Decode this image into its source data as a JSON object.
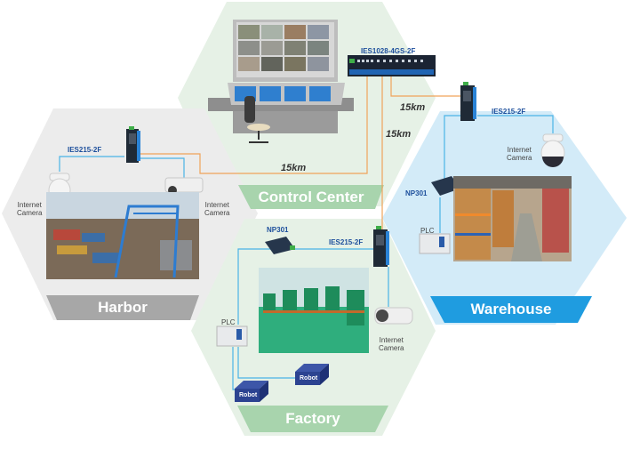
{
  "zones": {
    "control_center": {
      "title": "Control Center",
      "fill": "#e6f1e6",
      "banner": "#a8d4ad"
    },
    "harbor": {
      "title": "Harbor",
      "fill": "#ececec",
      "banner": "#a7a7a7"
    },
    "warehouse": {
      "title": "Warehouse",
      "fill": "#d3ebf8",
      "banner": "#1f9ce0"
    },
    "factory": {
      "title": "Factory",
      "fill": "#e6f1e6",
      "banner": "#a8d4ad"
    }
  },
  "devices": {
    "core_switch": "IES1028-4GS-2F",
    "harbor_switch": "IES215-2F",
    "warehouse_switch": "IES215-2F",
    "factory_switch": "IES215-2F",
    "warehouse_server": "NP301",
    "factory_server": "NP301",
    "warehouse_plc": "PLC",
    "factory_plc": "PLC",
    "robot_1": "Robot",
    "robot_2": "Robot"
  },
  "cameras": {
    "harbor_left": [
      "Internet",
      "Camera"
    ],
    "harbor_right": [
      "Internet",
      "Camera"
    ],
    "warehouse": [
      "Internet",
      "Camera"
    ],
    "factory": [
      "Internet",
      "Camera"
    ]
  },
  "links": {
    "harbor_distance": "15km",
    "warehouse_distance": "15km",
    "factory_distance": "15km"
  },
  "colors": {
    "fiber": "#f0a35a",
    "ethernet": "#4ab3e6",
    "device_label": "#1d4f9c"
  }
}
